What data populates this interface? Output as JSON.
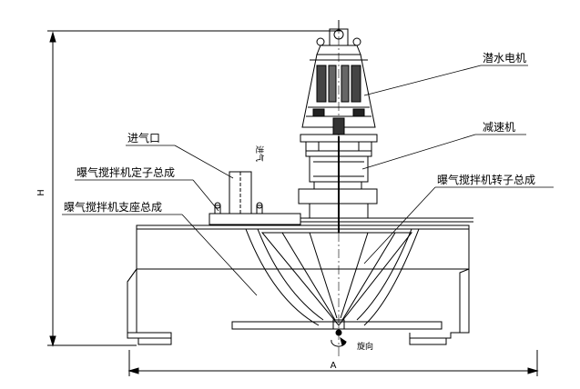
{
  "labels": {
    "motor": "潜水电机",
    "reducer": "减速机",
    "rotor": "曝气搅拌机转子总成",
    "air_inlet": "进气口",
    "stator": "曝气搅拌机定子总成",
    "support": "曝气搅拌机支座总成",
    "air_note": "进气",
    "rotation": "旋向"
  },
  "dimensions": {
    "height": "H",
    "width": "A"
  }
}
